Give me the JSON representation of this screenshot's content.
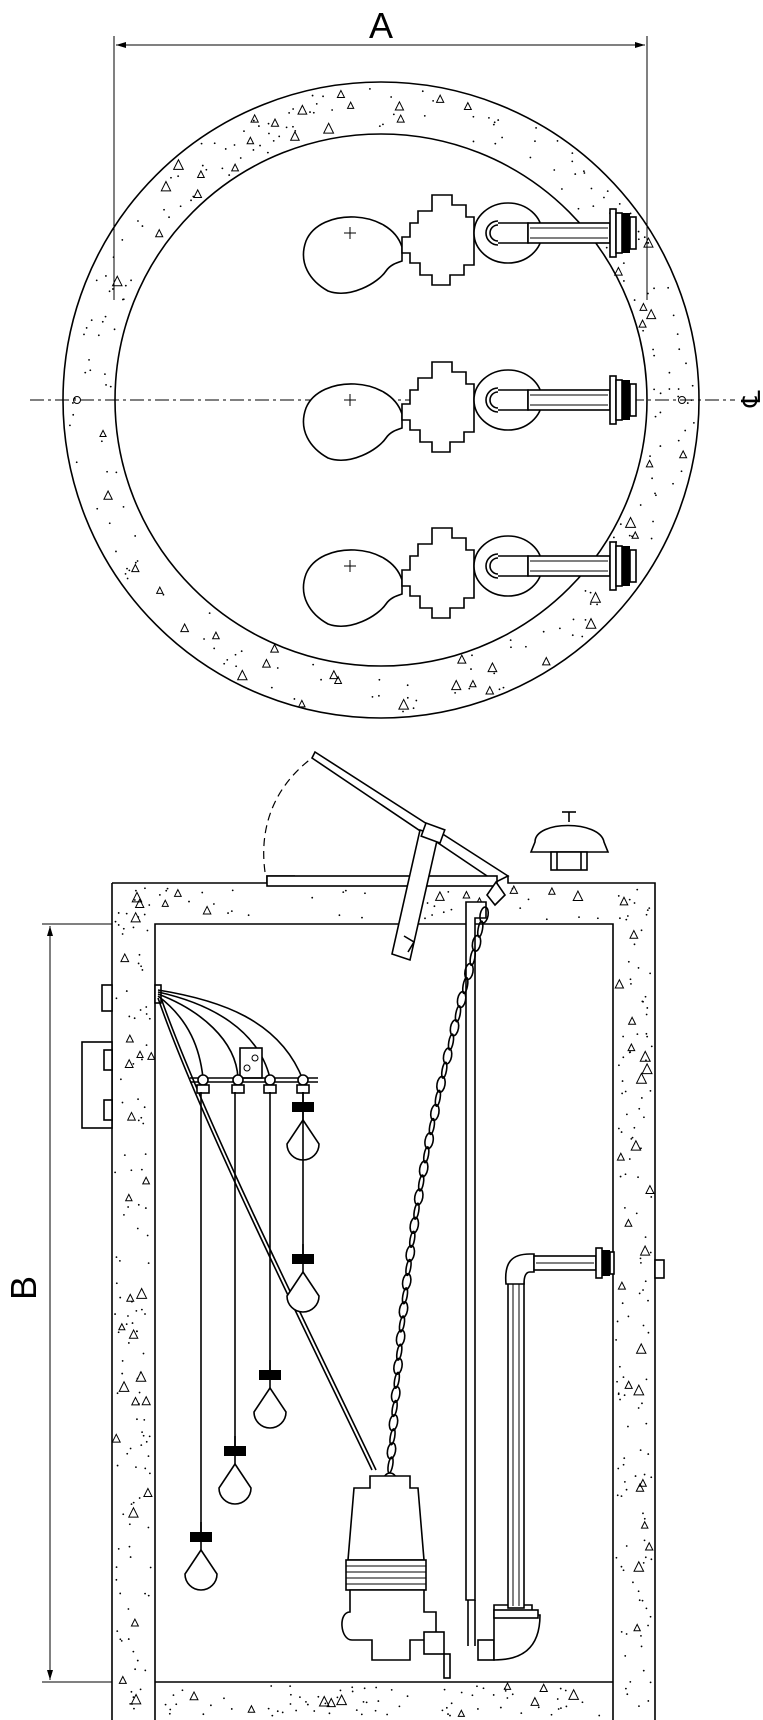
{
  "dimensions": {
    "width_label": "A",
    "height_label": "B"
  },
  "plan_view": {
    "centerline_symbol": "℄",
    "pumps": 3
  },
  "section_view": {
    "float_switches": 4
  },
  "colors": {
    "line": "#000000",
    "background": "#ffffff"
  }
}
